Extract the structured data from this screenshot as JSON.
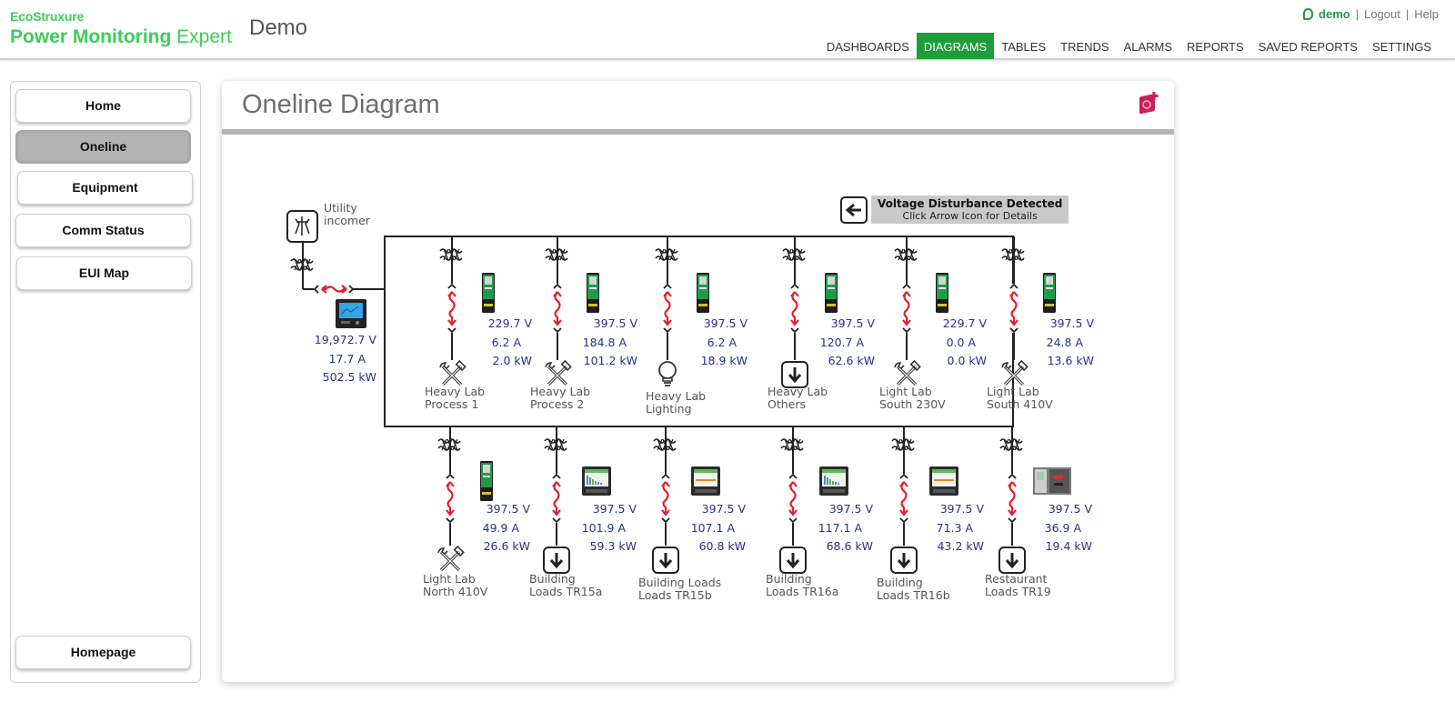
{
  "header": {
    "logo_top": "EcoStruxure",
    "logo_main_bold": "Power Monitoring",
    "logo_main_light": "Expert",
    "app_title": "Demo",
    "user": "demo",
    "logout": "Logout",
    "help": "Help",
    "separator": "|",
    "nav": [
      {
        "label": "DASHBOARDS",
        "active": false
      },
      {
        "label": "DIAGRAMS",
        "active": true
      },
      {
        "label": "TABLES",
        "active": false
      },
      {
        "label": "TRENDS",
        "active": false
      },
      {
        "label": "ALARMS",
        "active": false
      },
      {
        "label": "REPORTS",
        "active": false
      },
      {
        "label": "SAVED REPORTS",
        "active": false
      },
      {
        "label": "SETTINGS",
        "active": false
      }
    ]
  },
  "sidebar": {
    "items": [
      {
        "label": "Home",
        "active": false
      },
      {
        "label": "Oneline",
        "active": true
      },
      {
        "label": "Equipment",
        "active": false
      },
      {
        "label": "Comm Status",
        "active": false
      },
      {
        "label": "EUI Map",
        "active": false
      }
    ],
    "bottom": {
      "label": "Homepage"
    }
  },
  "panel": {
    "title": "Oneline Diagram",
    "action_icon": "add-to-favorites-icon"
  },
  "diagram": {
    "alert": {
      "title": "Voltage Disturbance Detected",
      "subtitle": "Click Arrow Icon for Details"
    },
    "incomer": {
      "label_line1": "Utility",
      "label_line2": "incomer",
      "voltage": "19,972.7 V",
      "current": "17.7 A",
      "power": "502.5 kW"
    },
    "top_feeders": [
      {
        "label1": "Heavy Lab",
        "label2": "Process 1",
        "load_icon": "tools",
        "meter": "drive",
        "voltage": "229.7 V",
        "current": "6.2 A",
        "power": "2.0 kW"
      },
      {
        "label1": "Heavy Lab",
        "label2": "Process 2",
        "load_icon": "tools",
        "meter": "drive",
        "voltage": "397.5 V",
        "current": "184.8 A",
        "power": "101.2 kW"
      },
      {
        "label1": "Heavy Lab",
        "label2": "Lighting",
        "load_icon": "bulb",
        "meter": "drive",
        "voltage": "397.5 V",
        "current": "6.2 A",
        "power": "18.9 kW"
      },
      {
        "label1": "Heavy Lab",
        "label2": "Others",
        "load_icon": "arrow",
        "meter": "drive",
        "voltage": "397.5 V",
        "current": "120.7 A",
        "power": "62.6 kW"
      },
      {
        "label1": "Light Lab",
        "label2": "South 230V",
        "load_icon": "tools",
        "meter": "drive",
        "voltage": "229.7 V",
        "current": "0.0 A",
        "power": "0.0 kW"
      },
      {
        "label1": "Light Lab",
        "label2": "South 410V",
        "load_icon": "tools",
        "meter": "drive",
        "voltage": "397.5 V",
        "current": "24.8 A",
        "power": "13.6 kW"
      }
    ],
    "bottom_feeders": [
      {
        "label1": "Light Lab",
        "label2": "North 410V",
        "load_icon": "tools",
        "meter": "drive",
        "voltage": "397.5 V",
        "current": "49.9 A",
        "power": "26.6 kW"
      },
      {
        "label1": "Building",
        "label2": "Loads TR15a",
        "load_icon": "arrow",
        "meter": "screen-bars",
        "voltage": "397.5 V",
        "current": "101.9 A",
        "power": "59.3 kW"
      },
      {
        "label1": "Building Loads",
        "label2": "Loads TR15b",
        "load_icon": "arrow",
        "meter": "screen-line",
        "voltage": "397.5 V",
        "current": "107.1 A",
        "power": "60.8 kW"
      },
      {
        "label1": "Building",
        "label2": "Loads TR16a",
        "load_icon": "arrow",
        "meter": "screen-bars",
        "voltage": "397.5 V",
        "current": "117.1 A",
        "power": "68.6 kW"
      },
      {
        "label1": "Building",
        "label2": "Loads TR16b",
        "load_icon": "arrow",
        "meter": "screen-line",
        "voltage": "397.5 V",
        "current": "71.3 A",
        "power": "43.2 kW"
      },
      {
        "label1": "Restaurant",
        "label2": "Loads TR19",
        "load_icon": "arrow",
        "meter": "breaker",
        "voltage": "397.5 V",
        "current": "36.9 A",
        "power": "19.4 kW"
      }
    ]
  },
  "colors": {
    "brand_green": "#3dcd58",
    "nav_active": "#1e9e3a",
    "measurement_blue": "#2b2f8f",
    "breaker_red": "#e0202e",
    "favorite_pink": "#c8205a"
  }
}
